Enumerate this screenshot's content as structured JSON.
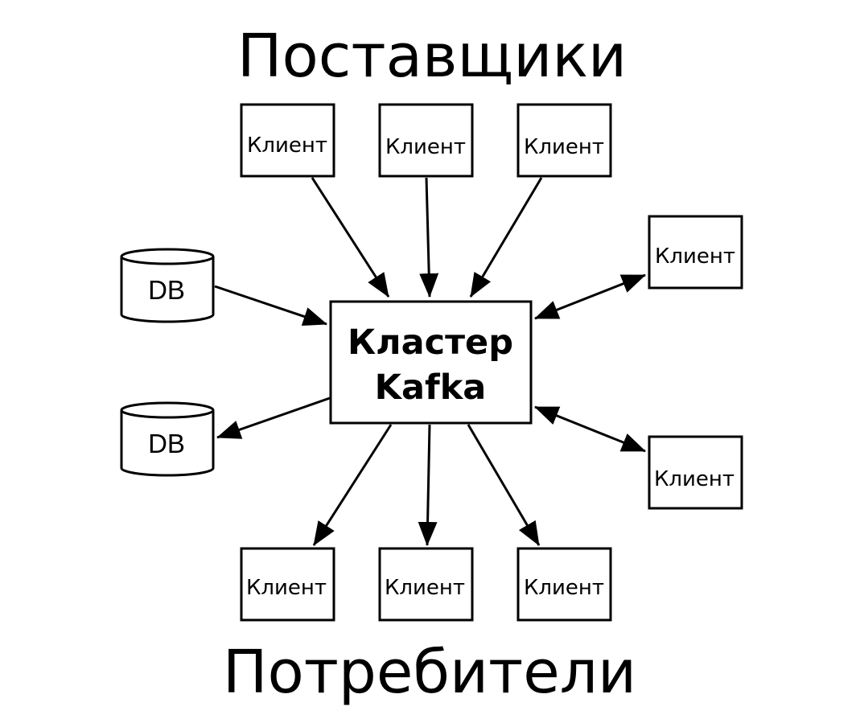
{
  "headings": {
    "producers": "Поставщики",
    "consumers": "Потребители"
  },
  "cluster": {
    "line1": "Кластер",
    "line2": "Kafka"
  },
  "producer_clients": [
    "Клиент",
    "Клиент",
    "Клиент"
  ],
  "stream_clients": [
    "Клиент",
    "Клиент"
  ],
  "consumer_clients": [
    "Клиент",
    "Клиент",
    "Клиент"
  ],
  "databases": {
    "source": "DB",
    "sink": "DB"
  }
}
